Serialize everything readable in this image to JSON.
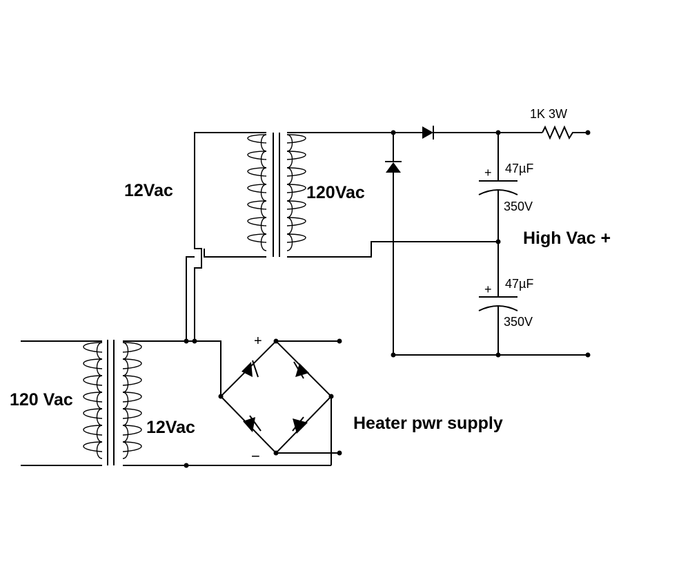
{
  "labels": {
    "t1_primary": "12Vac",
    "t1_secondary": "120Vac",
    "t2_primary": "120 Vac",
    "t2_secondary": "12Vac",
    "resistor": "1K 3W",
    "cap1_value": "47µF",
    "cap1_voltage": "350V",
    "cap2_value": "47µF",
    "cap2_voltage": "350V",
    "cap1_plus": "+",
    "cap2_plus": "+",
    "bridge_plus": "+",
    "bridge_minus": "−",
    "high_vac": "High Vac +",
    "heater": "Heater pwr supply"
  },
  "colors": {
    "line": "#000000",
    "background": "#ffffff"
  }
}
